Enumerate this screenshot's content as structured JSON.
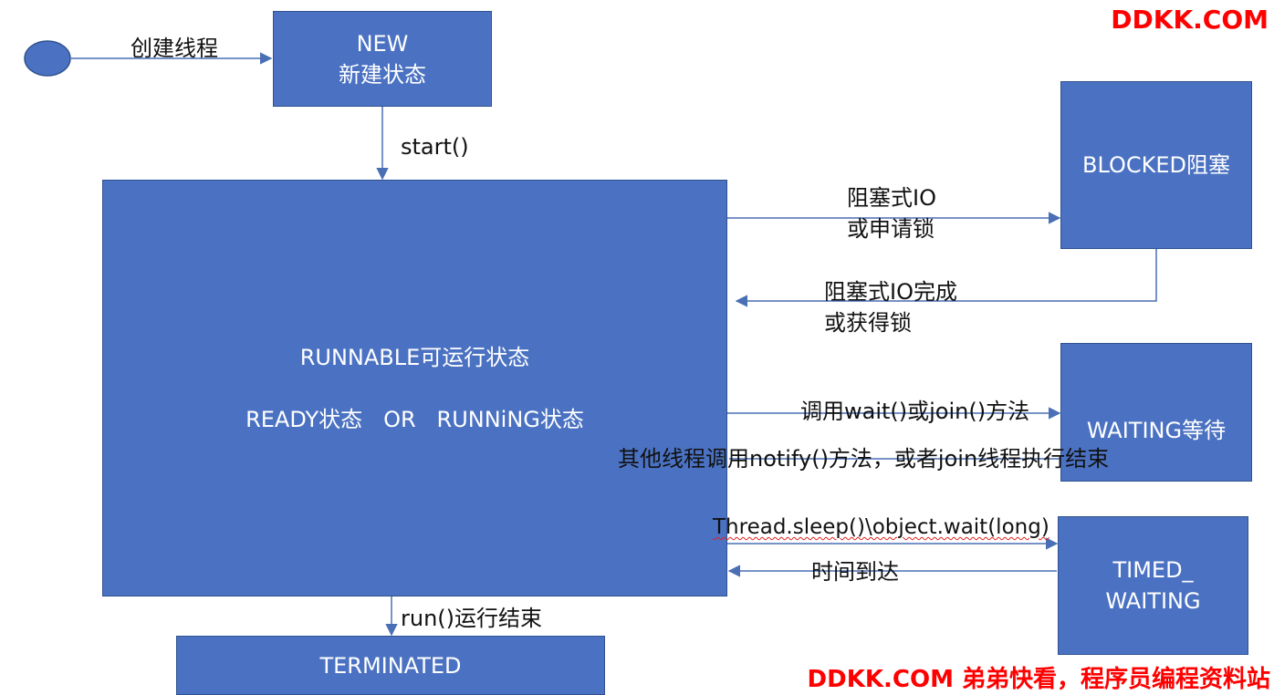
{
  "states": {
    "new": {
      "line1": "NEW",
      "line2": "新建状态"
    },
    "runnable": {
      "line1": "RUNNABLE可运行状态",
      "line2": "READY状态   OR   RUNNiNG状态"
    },
    "blocked": {
      "label": "BLOCKED阻塞"
    },
    "waiting": {
      "label": "WAITING等待"
    },
    "timed_waiting": {
      "line1": "TIMED_",
      "line2": "WAITING"
    },
    "terminated": {
      "label": "TERMINATED"
    }
  },
  "transitions": {
    "create": "创建线程",
    "start": "start()",
    "to_blocked": {
      "line1": "阻塞式IO",
      "line2": "或申请锁"
    },
    "from_blocked": {
      "line1": "阻塞式IO完成",
      "line2": "或获得锁"
    },
    "to_waiting": "调用wait()或join()方法",
    "from_waiting": "其他线程调用notify()方法，或者join线程执行结束",
    "to_timed_waiting": "Thread.sleep()\\object.wait(long)",
    "from_timed_waiting": "时间到达",
    "terminate": "run()运行结束"
  },
  "watermarks": {
    "top": "DDKK.COM",
    "bottom": "DDKK.COM 弟弟快看，程序员编程资料站"
  },
  "colors": {
    "box_fill": "#4b72c2",
    "box_border": "#2f528f",
    "arrow": "#4a6fb5",
    "watermark": "#ff0000"
  }
}
